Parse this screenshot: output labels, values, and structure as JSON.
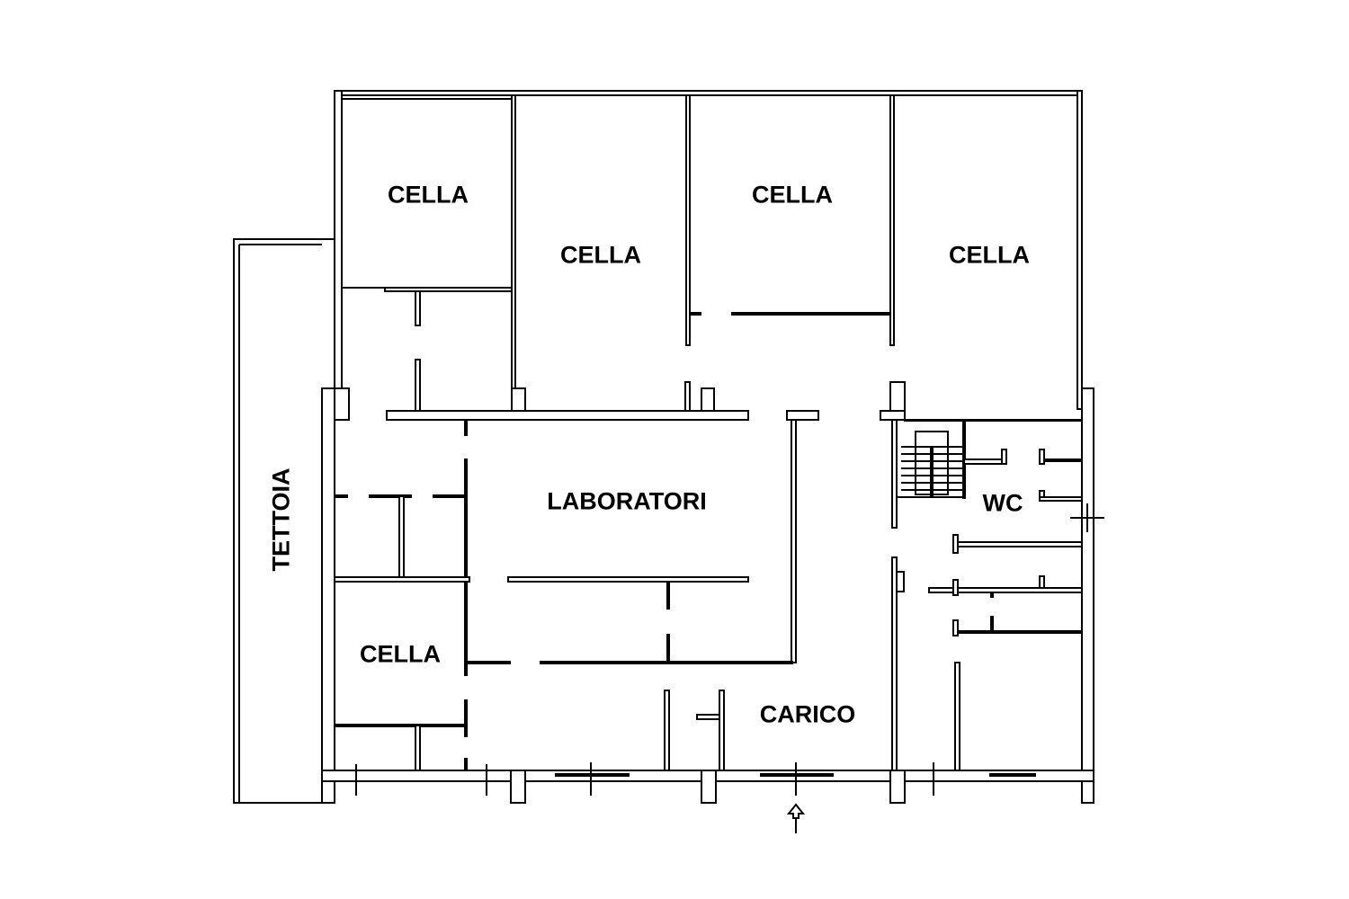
{
  "plan": {
    "rooms": [
      {
        "id": "cella-1",
        "label": "CELLA"
      },
      {
        "id": "cella-2",
        "label": "CELLA"
      },
      {
        "id": "cella-3",
        "label": "CELLA"
      },
      {
        "id": "cella-4",
        "label": "CELLA"
      },
      {
        "id": "laboratori",
        "label": "LABORATORI"
      },
      {
        "id": "cella-5",
        "label": "CELLA"
      },
      {
        "id": "carico",
        "label": "CARICO"
      },
      {
        "id": "wc",
        "label": "WC"
      },
      {
        "id": "tettoia",
        "label": "TETTOIA"
      }
    ],
    "wall_color": "#000000",
    "background": "#ffffff"
  }
}
